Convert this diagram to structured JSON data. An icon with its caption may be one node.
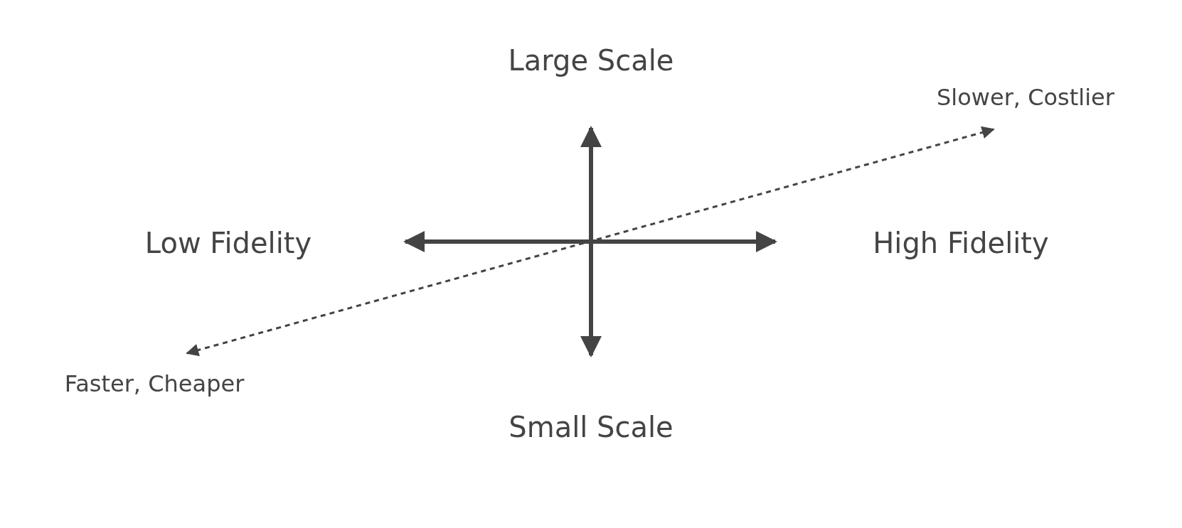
{
  "diagram": {
    "labels": [
      "Large Scale",
      "Slower, Costlier",
      "Low Fidelity",
      "High Fidelity",
      "Faster, Cheaper",
      "Small Scale"
    ]
  }
}
